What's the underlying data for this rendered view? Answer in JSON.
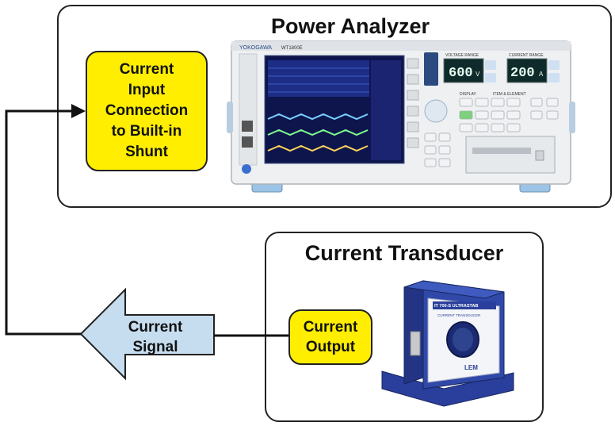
{
  "power_analyzer": {
    "title": "Power Analyzer",
    "input_box": "Current\nInput\nConnection\nto Built-in\nShunt",
    "device": {
      "brand": "YOKOGAWA",
      "model": "WT1800E",
      "voltage_range_label": "VOLTAGE RANGE",
      "voltage_value": "600",
      "voltage_unit": "V",
      "current_range_label": "CURRENT RANGE",
      "current_value": "200",
      "current_unit": "A",
      "display_label": "DISPLAY",
      "item_element_label": "ITEM & ELEMENT"
    }
  },
  "current_transducer": {
    "title": "Current Transducer",
    "output_box": "Current\nOutput",
    "device": {
      "model": "IT 700-S ULTRASTAB",
      "subtitle": "CURRENT TRANSDUCER",
      "brand": "LEM"
    }
  },
  "signal_arrow": {
    "label": "Current\nSignal",
    "fill": "#c6ddf0"
  },
  "colors": {
    "box_fill": "#ffee00",
    "line": "#111111",
    "screen": "#14206a",
    "transducer_blue": "#2a3f9b"
  }
}
